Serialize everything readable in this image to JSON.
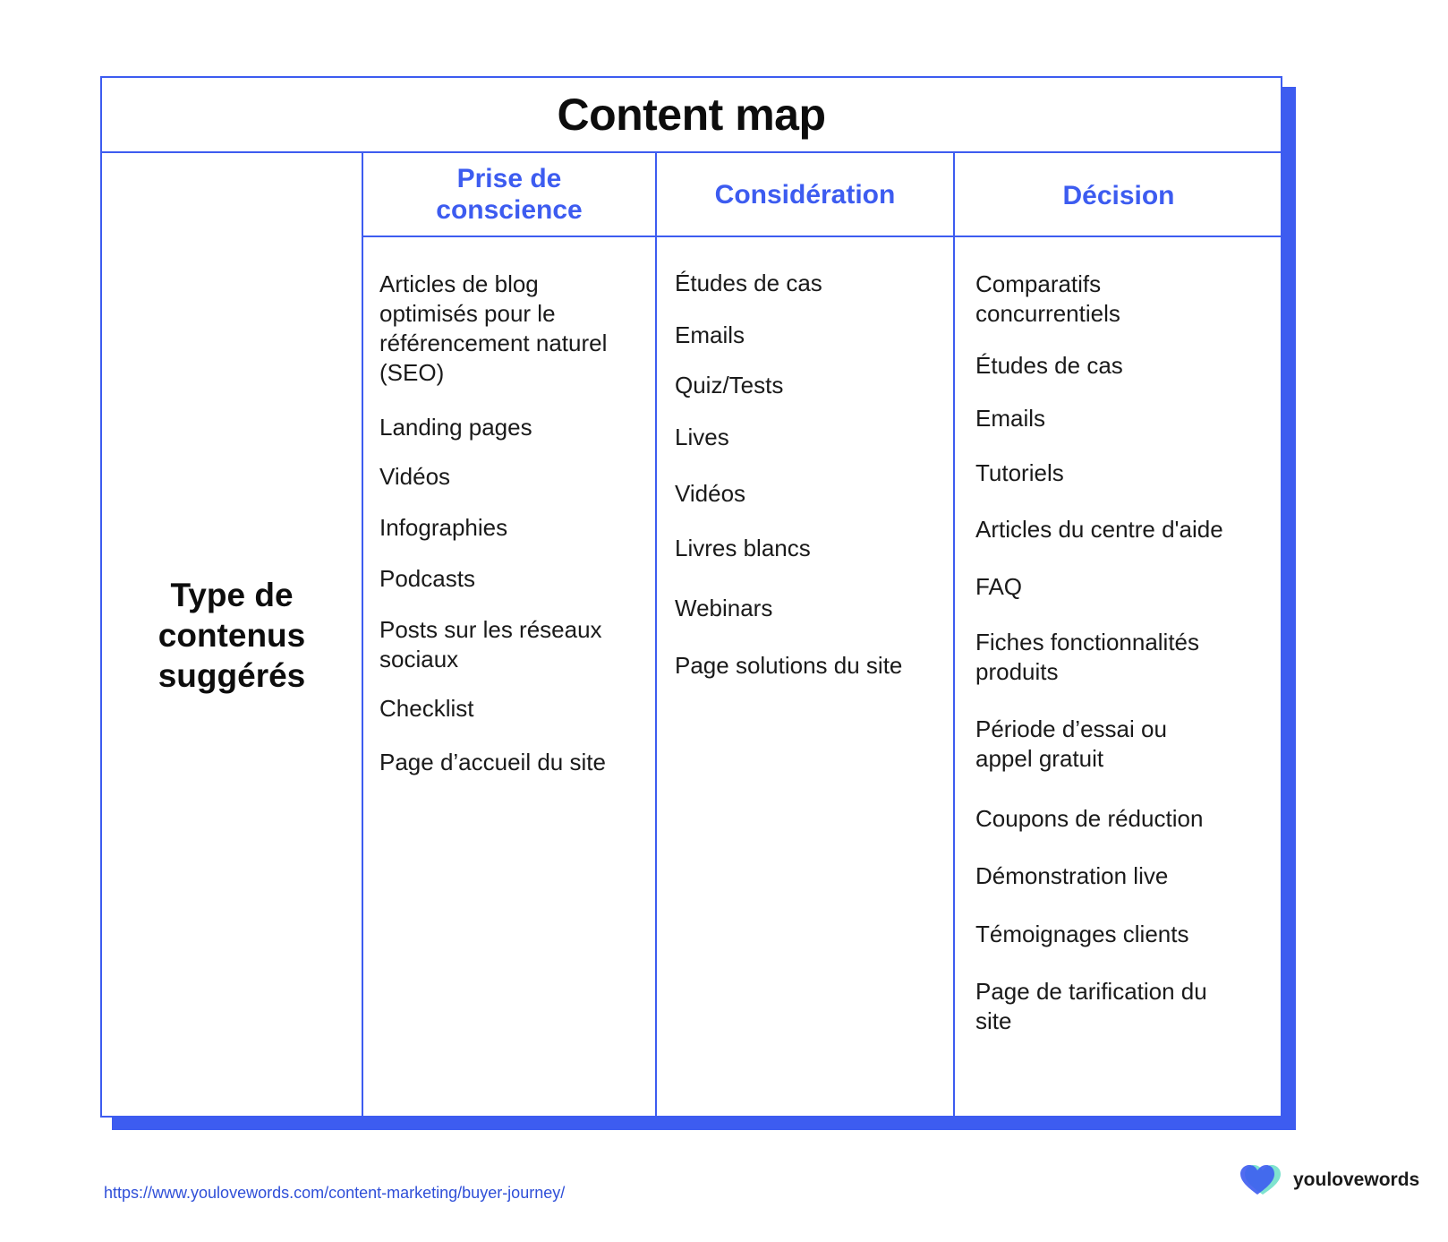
{
  "title": "Content map",
  "row_label": "Type de contenus suggérés",
  "stages": [
    {
      "name": "Prise de conscience",
      "items": [
        "Articles de blog optimisés pour le référencement naturel (SEO)",
        "Landing pages",
        "Vidéos",
        "Infographies",
        "Podcasts",
        "Posts sur les réseaux sociaux",
        "Checklist",
        "Page d’accueil du site"
      ]
    },
    {
      "name": "Considération",
      "items": [
        "Études de cas",
        "Emails",
        "Quiz/Tests",
        "Lives",
        "Vidéos",
        "Livres blancs",
        "Webinars",
        "Page solutions du site"
      ]
    },
    {
      "name": "Décision",
      "items": [
        "Comparatifs concurrentiels",
        "Études de cas",
        "Emails",
        "Tutoriels",
        "Articles du centre d'aide",
        "FAQ",
        "Fiches fonctionnalités produits",
        "Période d’essai ou appel gratuit",
        "Coupons de réduction",
        "Démonstration live",
        "Témoignages clients",
        "Page de tarification du site"
      ]
    }
  ],
  "footer_url": "https://www.youlovewords.com/content-marketing/buyer-journey/",
  "brand": "youlovewords",
  "colors": {
    "accent": "#3d5cf0",
    "logo_blue": "#3d5cf0",
    "logo_teal": "#7fe3cf"
  }
}
